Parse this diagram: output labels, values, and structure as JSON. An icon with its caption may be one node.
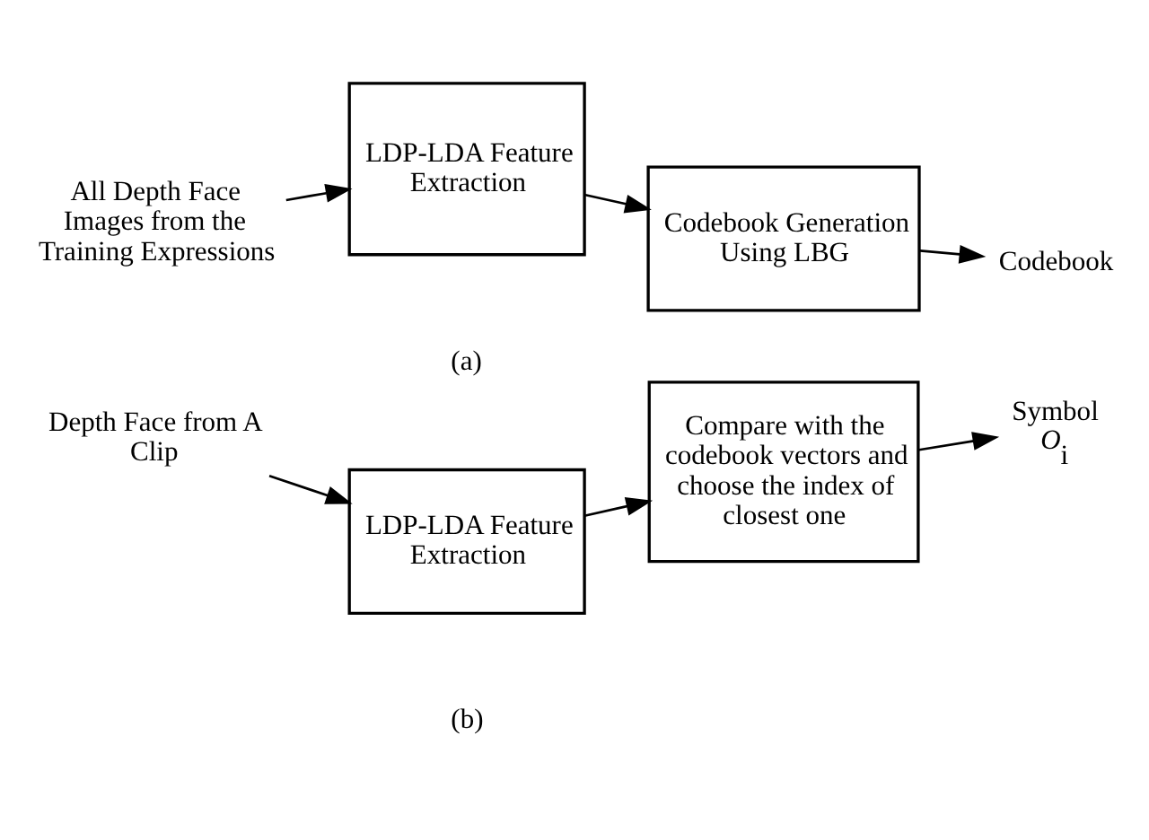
{
  "diagram": {
    "nodes": [
      {
        "text": [
          "All Depth Face Images from the Training Expressions"
        ]
      },
      {
        "text": [
          "LDP-LDA Feature Extraction"
        ]
      },
      {
        "text": [
          "Codebook Generation Using LBG"
        ]
      },
      {
        "text": [
          "Codebook"
        ]
      },
      {
        "text": [
          "Depth Face from A Clip"
        ]
      },
      {
        "text": [
          "LDP-LDA Feature Extraction"
        ]
      },
      {
        "text": [
          "Compare with the codebook vectors and choose the index of closest one"
        ]
      },
      {
        "text": [
          "Symbol",
          "*O*$_{i}$"
        ]
      }
    ],
    "edges": [
      {
        "from": 0,
        "to": 1,
        "arrow": "to"
      },
      {
        "from": 1,
        "to": 2,
        "arrow": "to"
      },
      {
        "from": 2,
        "to": 3,
        "arrow": "to"
      },
      {
        "from": 4,
        "to": 5,
        "arrow": "to"
      },
      {
        "from": 5,
        "to": 6,
        "arrow": "to"
      },
      {
        "from": 6,
        "to": 7,
        "arrow": "to"
      }
    ],
    "labels": [
      "(a)",
      "(b)"
    ]
  }
}
